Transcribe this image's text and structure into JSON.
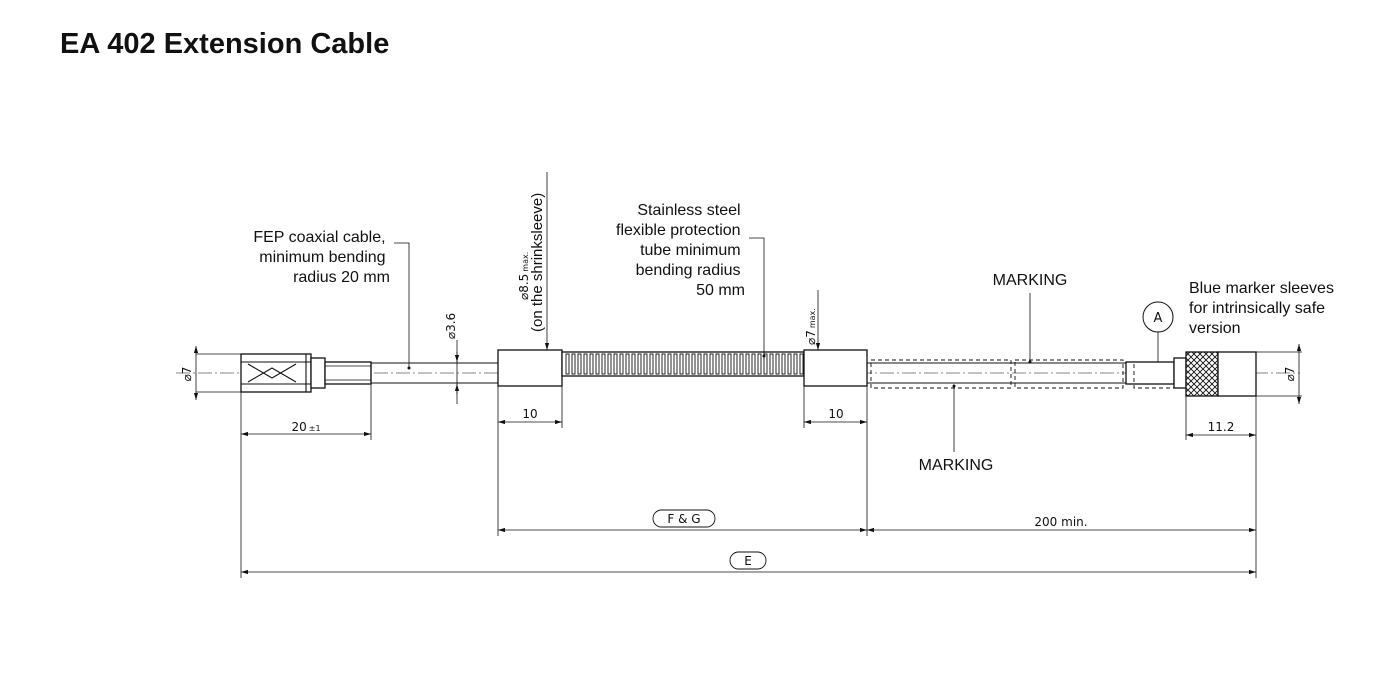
{
  "title": "EA 402 Extension Cable",
  "notes": {
    "fep_cable": [
      "FEP coaxial cable,",
      "minimum bending",
      "radius 20 mm"
    ],
    "steel_tube": [
      "Stainless steel",
      "flexible protection",
      "tube minimum",
      "bending radius",
      "50 mm"
    ],
    "marking_top": "MARKING",
    "marking_bottom": "MARKING",
    "blue_sleeves": [
      "Blue marker sleeves",
      "for intrinsically safe",
      "version"
    ]
  },
  "dimensions": {
    "dia_left": "⌀7",
    "dia_cable": "⌀3.6",
    "dia_shrink_main": "⌀8.5",
    "dia_shrink_sup": "max.",
    "dia_shrink_note": "(on the shrinksleeve)",
    "dia_tube_end": "⌀7",
    "dia_tube_end_sup": "max.",
    "dia_right": "⌀7",
    "len_left_main": "20",
    "len_left_tol": "±1",
    "sleeve_left": "10",
    "sleeve_right": "10",
    "len_right_conn": "11.2",
    "len_fg": "F & G",
    "len_200": "200 min.",
    "len_e": "E",
    "detail_a": "A"
  }
}
